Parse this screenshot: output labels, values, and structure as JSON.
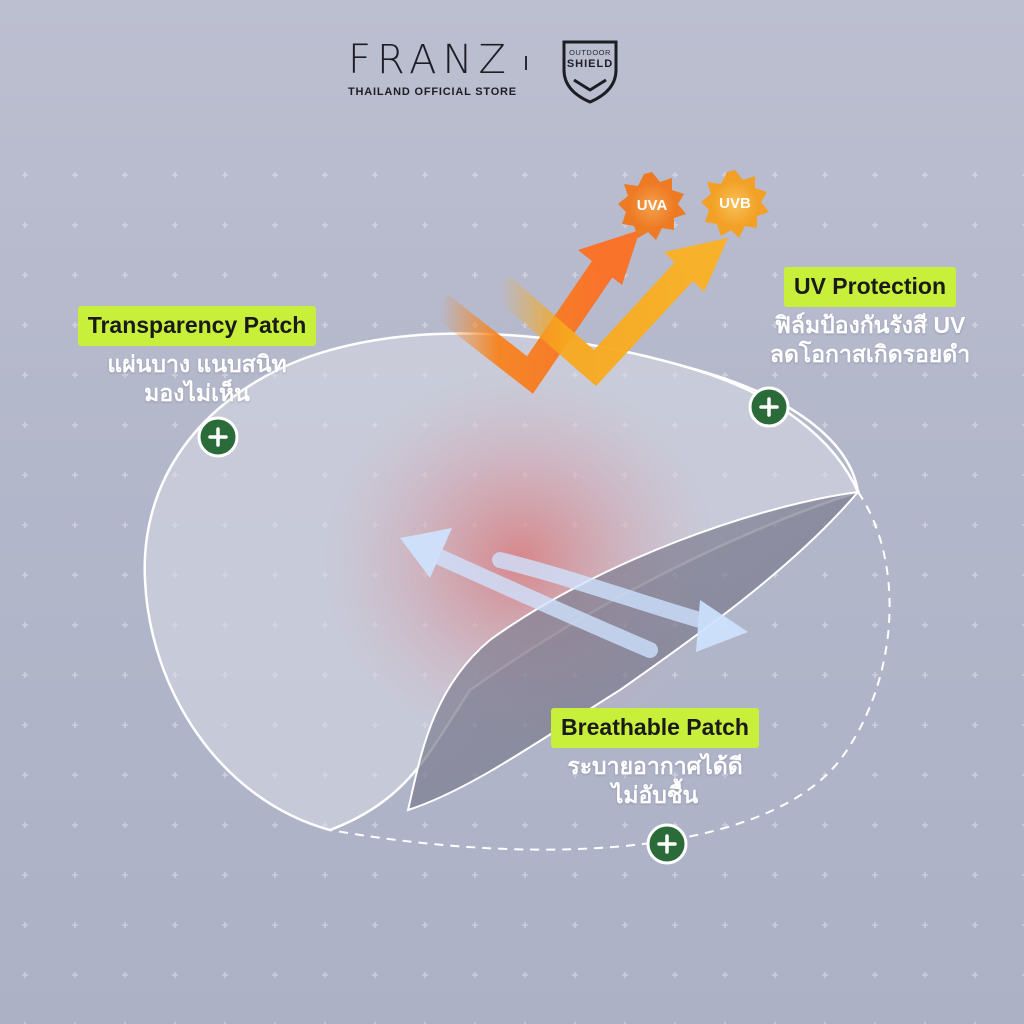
{
  "brand": {
    "name": "FRANZ",
    "subtitle": "THAILAND OFFICIAL STORE",
    "partner_top": "OUTDOOR",
    "partner_bottom": "SHIELD"
  },
  "sun_badges": [
    {
      "label": "UVA",
      "color": "#f7932e"
    },
    {
      "label": "UVB",
      "color": "#f7b32e"
    }
  ],
  "callouts": {
    "transparency": {
      "title": "Transparency Patch",
      "line1": "แผ่นบาง แนบสนิท",
      "line2": "มองไม่เห็น"
    },
    "uv": {
      "title": "UV Protection",
      "line1": "ฟิล์มป้องกันรังสี UV",
      "line2": "ลดโอกาสเกิดรอยดำ"
    },
    "breathable": {
      "title": "Breathable Patch",
      "line1": "ระบายอากาศได้ดี",
      "line2": "ไม่อับชื้น"
    }
  },
  "colors": {
    "highlight": "#c8f03a",
    "plus_badge": "#2b6b3a",
    "arrow_uva": "#f7831e",
    "arrow_uvb": "#f7a81e",
    "air_arrow": "#cfe3ff"
  },
  "icons": [
    "plus-icon",
    "sun-icon",
    "shield-icon",
    "arrow-icon"
  ]
}
